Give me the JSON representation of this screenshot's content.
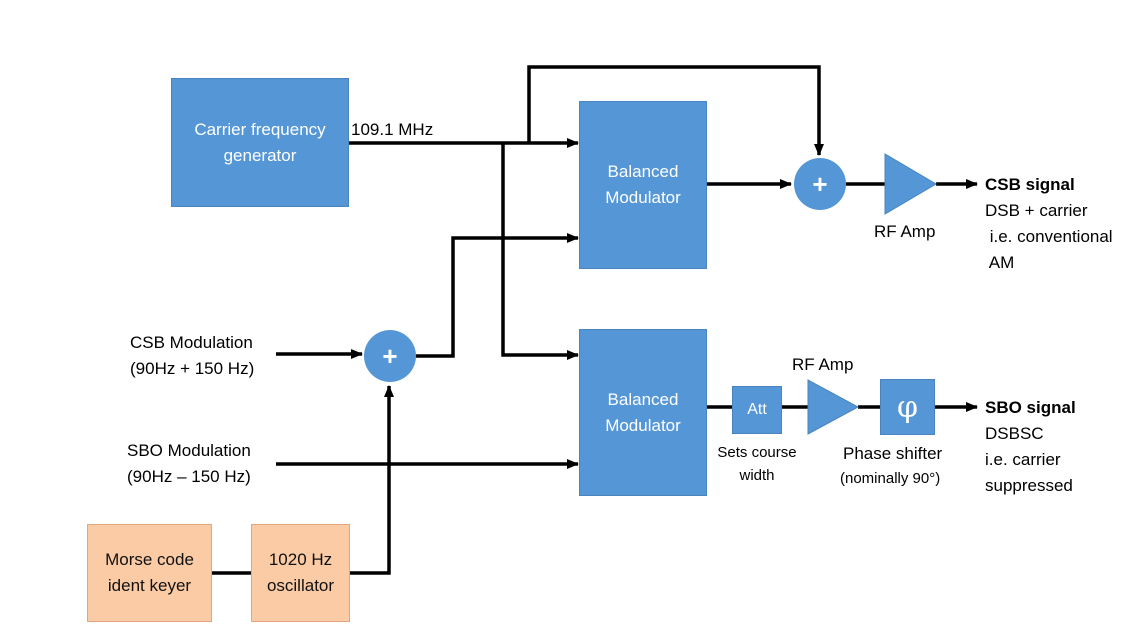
{
  "blocks": {
    "carrier_generator": "Carrier frequency\ngenerator",
    "balanced_modulator_top": "Balanced\nModulator",
    "balanced_modulator_bottom": "Balanced\nModulator",
    "morse_keyer": "Morse code\nident keyer",
    "oscillator": "1020 Hz\noscillator",
    "attenuator": "Att",
    "phase_shifter_symbol": "φ",
    "adder_symbol": "+"
  },
  "labels": {
    "carrier_freq": "109.1 MHz",
    "csb_modulation": "CSB Modulation\n(90Hz + 150 Hz)",
    "sbo_modulation": "SBO Modulation\n(90Hz – 150 Hz)",
    "rf_amp_top": "RF Amp",
    "rf_amp_bottom": "RF Amp",
    "att_caption": "Sets course\nwidth",
    "phase_shifter_title": "Phase shifter",
    "phase_shifter_note": "(nominally 90°)",
    "csb_signal_title": "CSB signal",
    "csb_signal_desc": "DSB + carrier\n i.e. conventional\n AM",
    "sbo_signal_title": "SBO signal",
    "sbo_signal_desc": "DSBSC\ni.e. carrier\nsuppressed"
  },
  "colors": {
    "block_blue": "#5597d6",
    "block_peach": "#fbcba5",
    "wire": "#000000"
  }
}
